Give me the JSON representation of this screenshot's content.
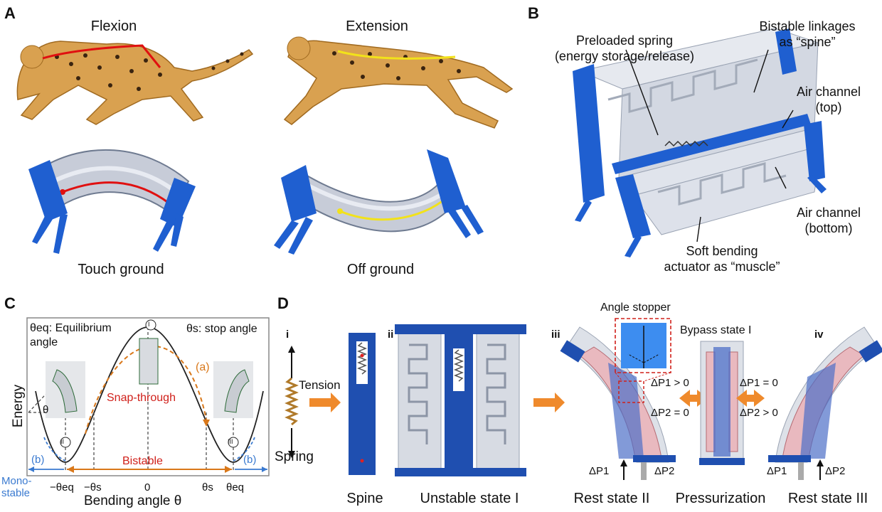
{
  "panels": {
    "A": {
      "label": "A",
      "flexion_title": "Flexion",
      "extension_title": "Extension",
      "flexion_caption": "Touch ground",
      "extension_caption": "Off ground"
    },
    "B": {
      "label": "B",
      "spring_line1": "Preloaded spring",
      "spring_line2": "(energy storage/release)",
      "spine_line1": "Bistable linkages",
      "spine_line2": "as “spine”",
      "top_line1": "Air channel",
      "top_line2": "(top)",
      "bottom_line1": "Air channel",
      "bottom_line2": "(bottom)",
      "muscle_line1": "Soft bending",
      "muscle_line2": "actuator as “muscle”"
    },
    "C": {
      "label": "C",
      "theta_eq_def1": "θeq: Equilibrium",
      "theta_eq_def2": "angle",
      "theta_s_def": "θs: stop angle",
      "y_axis": "Energy",
      "x_axis": "Bending angle θ",
      "snap_through": "Snap-through",
      "bistable": "Bistable",
      "monostable1": "Mono-",
      "monostable2": "stable",
      "mark_a": "(a)",
      "mark_b": "(b)",
      "state_I": "I",
      "state_II": "II",
      "state_III": "III",
      "theta": "θ",
      "ticks": [
        "−θeq",
        "−θs",
        "0",
        "θs",
        "θeq"
      ]
    },
    "D": {
      "label": "D",
      "step_i": "i",
      "step_ii": "ii",
      "step_iii": "iii",
      "step_iv": "iv",
      "tension": "Tension",
      "spring": "Spring",
      "angle_stopper": "Angle stopper",
      "bypass_state": "Bypass state I",
      "dp1_pos": "ΔP1 > 0",
      "dp2_zero": "ΔP2 = 0",
      "dp1_zero": "ΔP1 = 0",
      "dp2_pos": "ΔP2 > 0",
      "dp1": "ΔP1",
      "dp2": "ΔP2",
      "cap_spine": "Spine",
      "cap_unstable": "Unstable state I",
      "cap_rest2": "Rest state II",
      "cap_pressurization": "Pressurization",
      "cap_rest3": "Rest state III"
    }
  }
}
